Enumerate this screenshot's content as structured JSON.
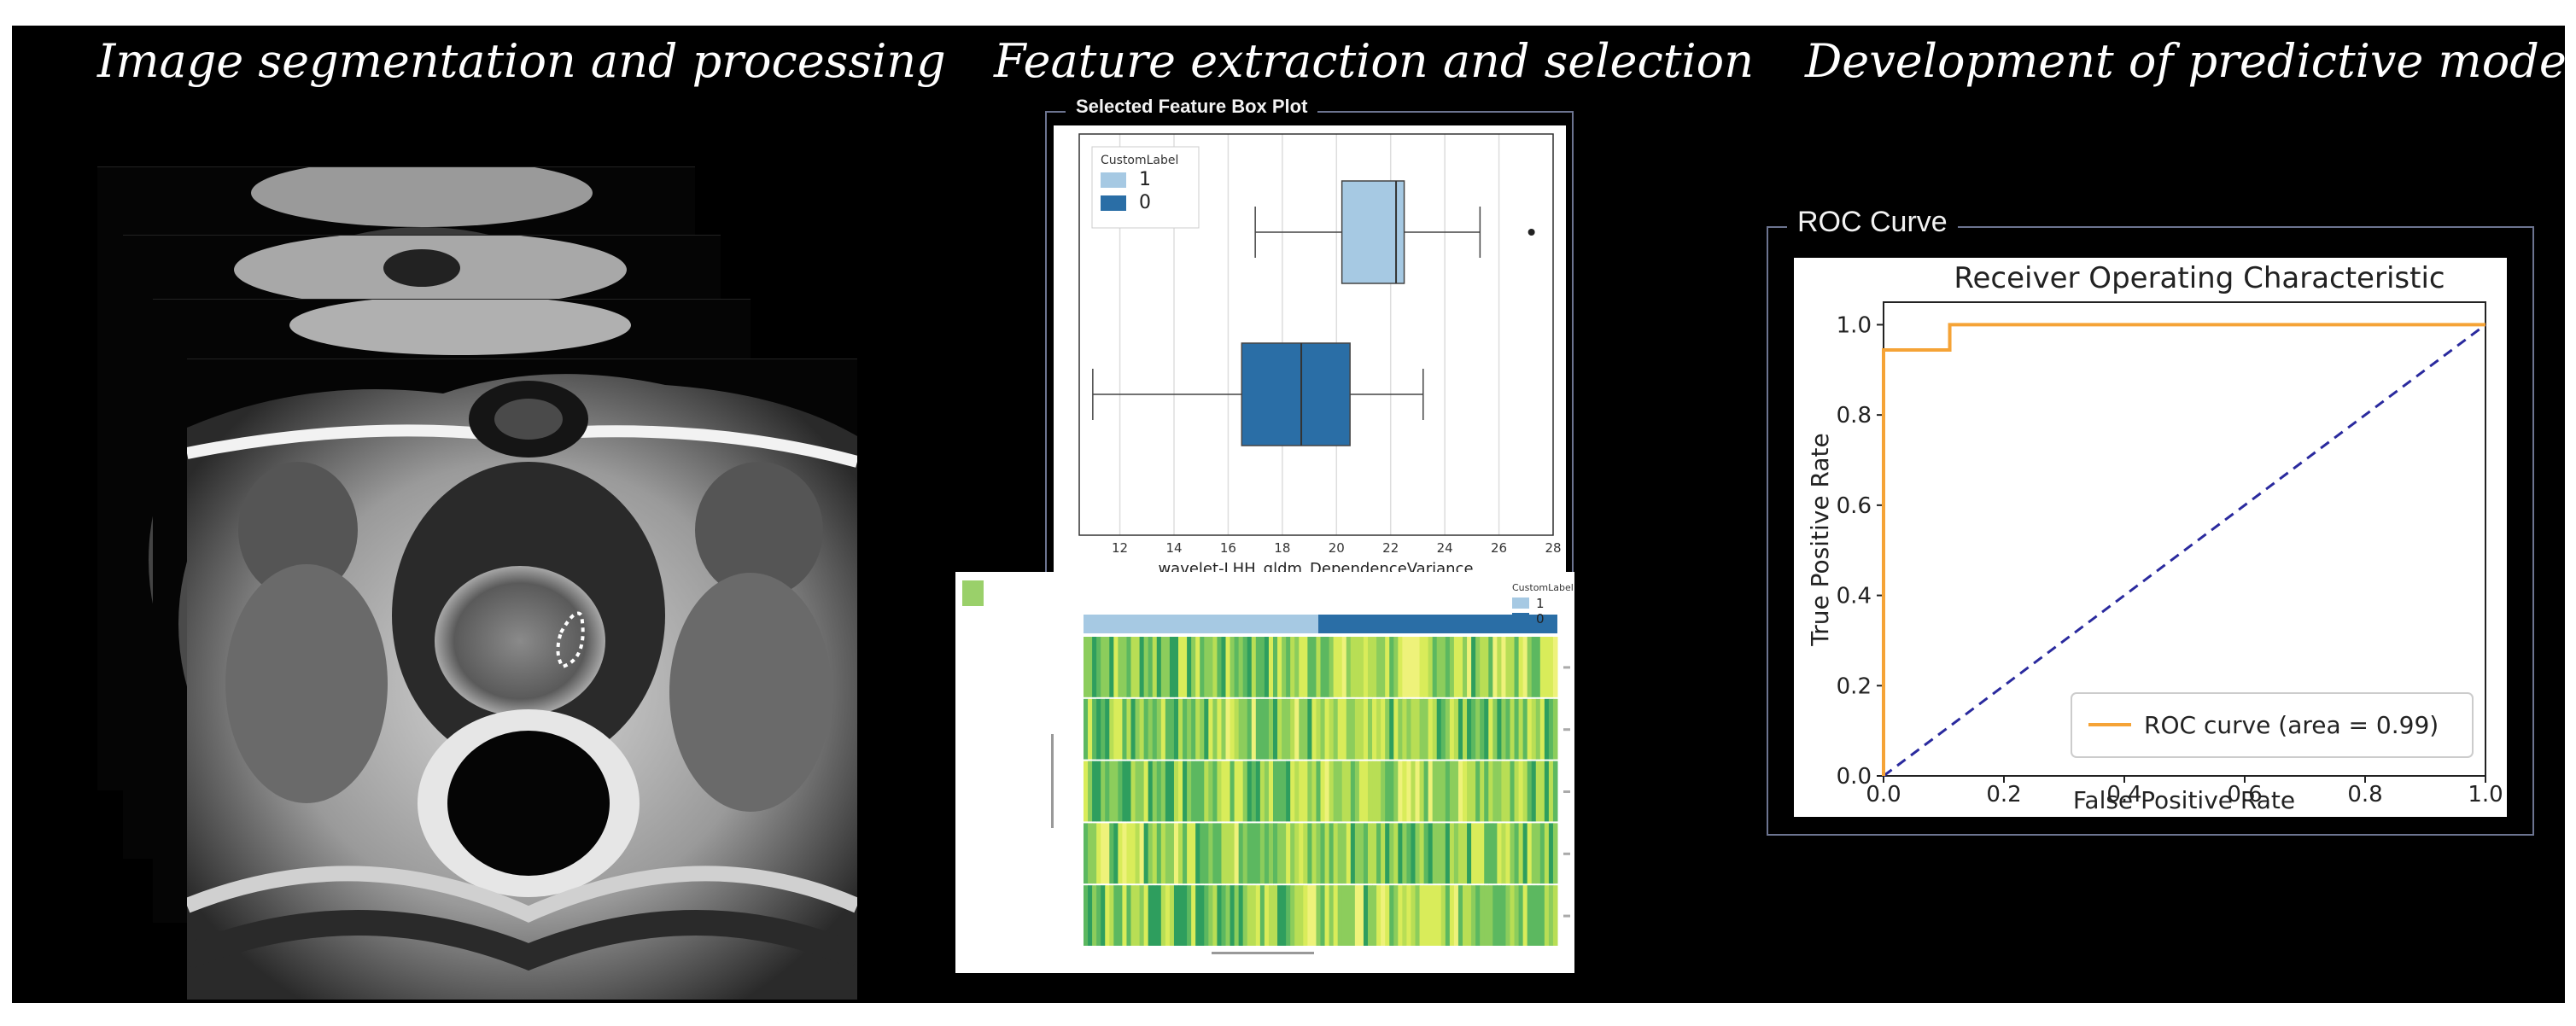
{
  "headings": {
    "segmentation": "Image segmentation and processing",
    "features": "Feature extraction and selection",
    "model": "Development of predictive model"
  },
  "boxplot": {
    "panel_title": "Selected Feature Box Plot",
    "legend_title": "CustomLabel",
    "legend_items": [
      "1",
      "0"
    ],
    "colors": {
      "1": "#a6c9e3",
      "0": "#2a6ea6"
    },
    "chart_data": {
      "type": "box",
      "xlabel": "wavelet-LHH_gldm_DependenceVariance",
      "ylabel": "",
      "xlim": [
        10.5,
        28
      ],
      "xticks": [
        12,
        14,
        16,
        18,
        20,
        22,
        24,
        26,
        28
      ],
      "grid": "vertical",
      "series": [
        {
          "name": "1",
          "whisker_low": 17.0,
          "q1": 20.2,
          "median": 22.2,
          "q3": 22.5,
          "whisker_high": 25.3,
          "outliers": [
            27.2
          ]
        },
        {
          "name": "0",
          "whisker_low": 11.0,
          "q1": 16.5,
          "median": 18.7,
          "q3": 20.5,
          "whisker_high": 23.2,
          "outliers": []
        }
      ]
    }
  },
  "heatmap": {
    "legend_title": "CustomLabel",
    "legend_items": [
      "1",
      "0"
    ],
    "colors": {
      "1": "#a6c9e3",
      "0": "#2a6ea6"
    },
    "palette": [
      "#1b8a5a",
      "#2e9e5e",
      "#5cb860",
      "#8ccd5c",
      "#b8de55",
      "#d9ec5a",
      "#eef27a"
    ],
    "rows": 5,
    "columns": 110,
    "group_split_column": 50
  },
  "roc": {
    "panel_title": "ROC Curve",
    "legend_label": "ROC curve (area = 0.99)",
    "colors": {
      "curve": "#f5a336",
      "diagonal": "#2a2a9e"
    },
    "chart_data": {
      "type": "line",
      "title": "Receiver Operating Characteristic",
      "xlabel": "False Positive Rate",
      "ylabel": "True Positive Rate",
      "xlim": [
        0,
        1
      ],
      "ylim": [
        0,
        1.05
      ],
      "xticks": [
        "0.0",
        "0.2",
        "0.4",
        "0.6",
        "0.8",
        "1.0"
      ],
      "yticks": [
        "0.0",
        "0.2",
        "0.4",
        "0.6",
        "0.8",
        "1.0"
      ],
      "series": [
        {
          "name": "ROC curve (area = 0.99)",
          "x": [
            0,
            0,
            0.11,
            0.11,
            1
          ],
          "y": [
            0,
            0.944,
            0.944,
            1,
            1
          ]
        },
        {
          "x": [
            0,
            1
          ],
          "y": [
            0,
            1
          ]
        }
      ]
    }
  }
}
